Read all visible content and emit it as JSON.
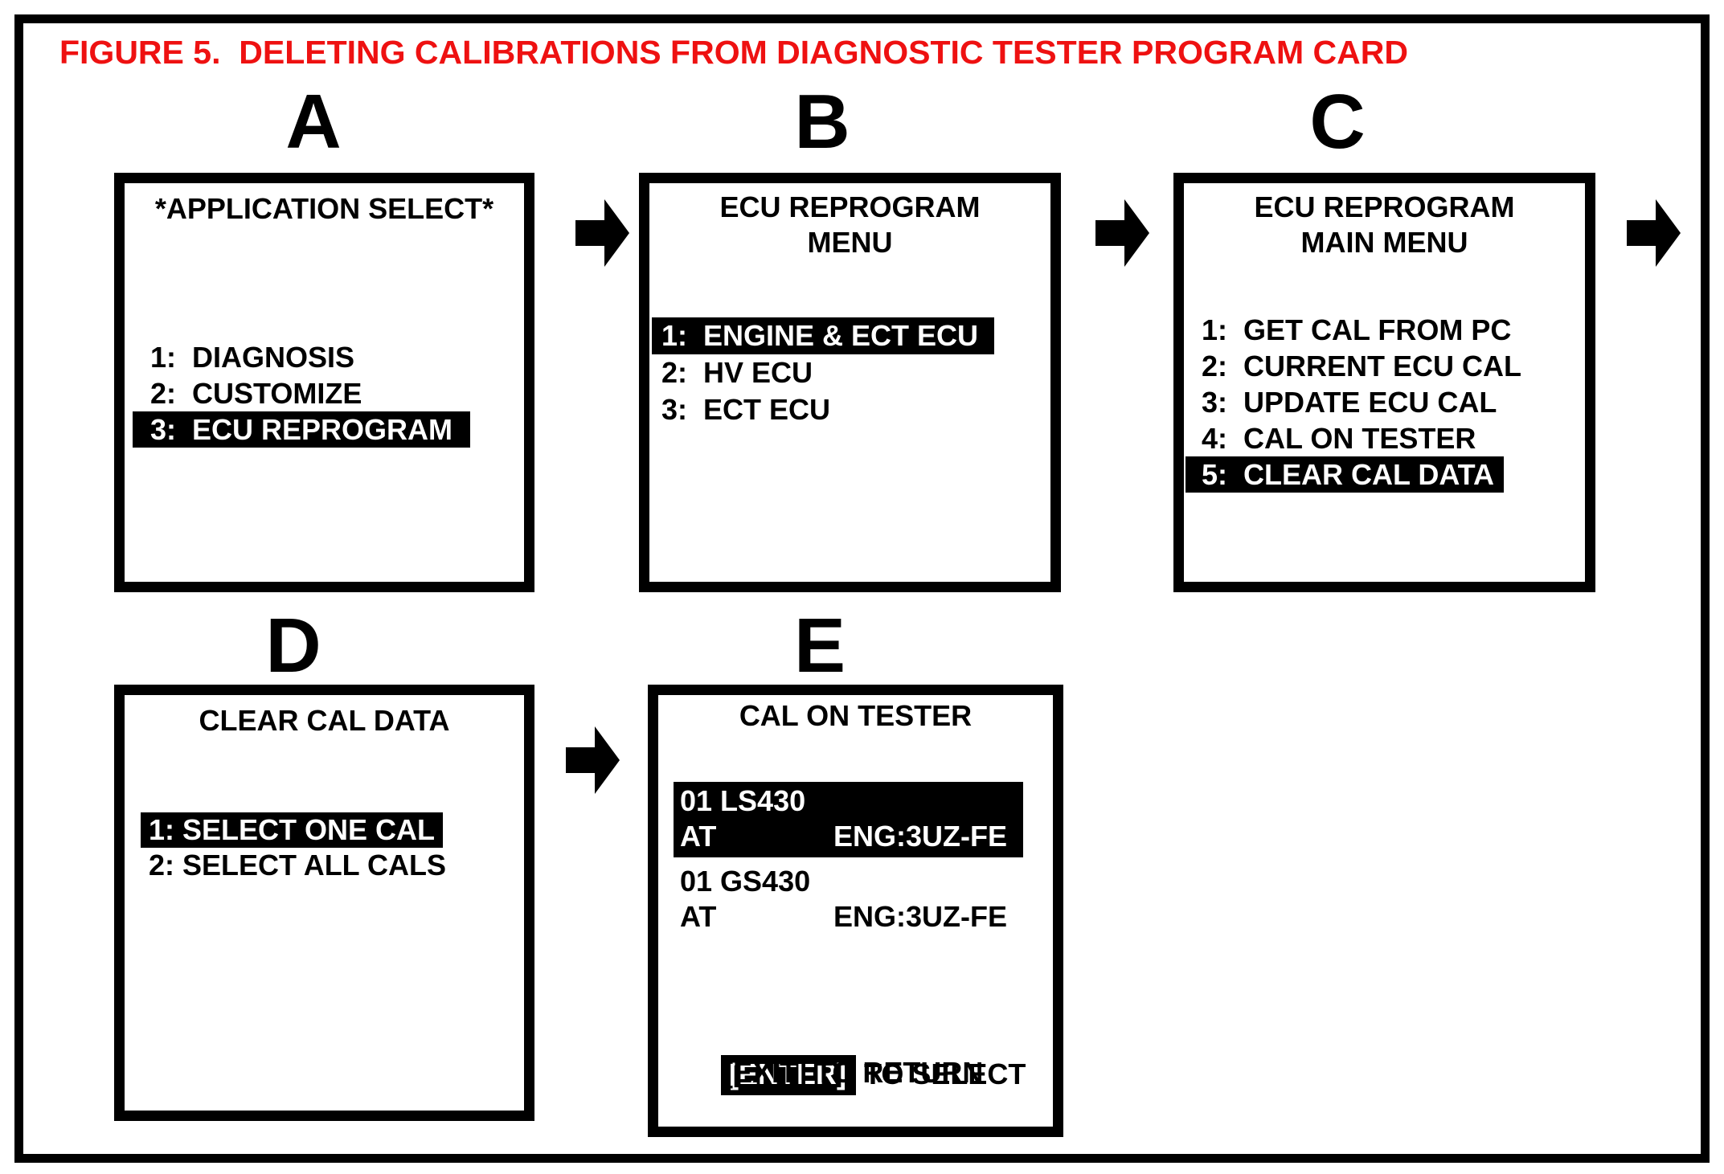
{
  "figure_title": "FIGURE 5.  DELETING CALIBRATIONS FROM DIAGNOSTIC TESTER PROGRAM CARD",
  "colors": {
    "title_red": "#ee1111",
    "highlight_bg": "#000000",
    "highlight_fg": "#ffffff"
  },
  "panels": {
    "a": {
      "letter": "A",
      "title": "*APPLICATION SELECT*",
      "item1": "1:  DIAGNOSIS",
      "item2": "2:  CUSTOMIZE",
      "item3": "3:  ECU REPROGRAM"
    },
    "b": {
      "letter": "B",
      "title_line1": "ECU REPROGRAM",
      "title_line2": "MENU",
      "item1": "1:  ENGINE & ECT ECU",
      "item2": "2:  HV ECU",
      "item3": "3:  ECT ECU"
    },
    "c": {
      "letter": "C",
      "title_line1": "ECU REPROGRAM",
      "title_line2": "MAIN MENU",
      "item1": "1:  GET CAL FROM PC",
      "item2": "2:  CURRENT ECU CAL",
      "item3": "3:  UPDATE ECU CAL",
      "item4": "4:  CAL ON TESTER",
      "item5": "5:  CLEAR CAL DATA"
    },
    "d": {
      "letter": "D",
      "title": "CLEAR CAL DATA",
      "item1": "1: SELECT ONE CAL",
      "item2": "2: SELECT ALL CALS"
    },
    "e": {
      "letter": "E",
      "title": "CAL ON TESTER",
      "cal1_line1": "01 LS430",
      "cal1_at": "AT",
      "cal1_eng": "ENG:3UZ-FE",
      "cal2_line1": "01 GS430",
      "cal2_at": "AT",
      "cal2_eng": "ENG:3UZ-FE",
      "footer_enter_key": "[ENTER]",
      "footer_enter_text": " TO SELECT",
      "footer_exit_line": "[EXIT] TO RETURN"
    }
  }
}
